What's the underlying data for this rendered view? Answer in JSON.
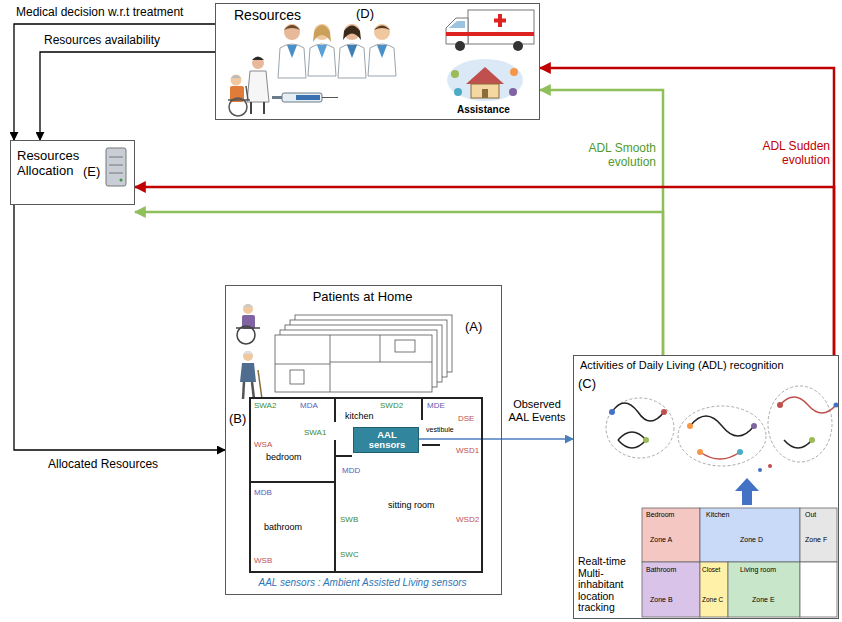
{
  "diagram": {
    "nodes": [
      {
        "text": [
          "Resources",
          "(D)"
        ]
      },
      {
        "text": [
          "Resources Allocation",
          "(E)"
        ]
      },
      {
        "text": [
          "Patients at Home",
          "(A)",
          "AAL sensors : Ambient Assisted Living sensors"
        ]
      },
      {
        "text": [
          "AAL sensors"
        ],
        "in": 2
      },
      {
        "text": [
          "Activities of Daily Living (ADL) recognition",
          "(C)",
          "Realt-time Multi-inhabitant location tracking"
        ]
      }
    ],
    "edges": [
      {
        "from": 0,
        "to": 1,
        "arrow": "to",
        "label": "Medical decision w.r.t treatment"
      },
      {
        "from": 0,
        "to": 1,
        "arrow": "to",
        "label": "Resources availability"
      },
      {
        "from": 1,
        "to": 2,
        "arrow": "to",
        "label": "Allocated Resources"
      },
      {
        "from": 3,
        "to": 4,
        "arrow": "to",
        "label": "Observed AAL Events"
      },
      {
        "from": 4,
        "to": 0,
        "arrow": "to"
      },
      {
        "from": 4,
        "to": 1,
        "arrow": "to",
        "label": "ADL Smooth evolution"
      },
      {
        "from": 4,
        "to": 0,
        "arrow": "to"
      },
      {
        "from": 4,
        "to": 1,
        "arrow": "to",
        "label": "ADL Sudden evolution"
      }
    ],
    "labels": [
      "Assistance",
      "(B)",
      "SWA2",
      "MDA",
      "SWD2",
      "MDE",
      "DSE",
      "bedroom",
      "kitchen",
      "vestibule",
      "WSA",
      "SWA1",
      "WSD1",
      "MDB",
      "MDD",
      "sitting room",
      "WSD2",
      "bathroom",
      "SWB",
      "SWC",
      "WSB",
      "Bedroom",
      "Zone A",
      "Kitchen",
      "Zone D",
      "Out",
      "Zone F",
      "Bathroom",
      "Zone B",
      "Closet",
      "Zone C",
      "Living room",
      "Zone E"
    ]
  }
}
